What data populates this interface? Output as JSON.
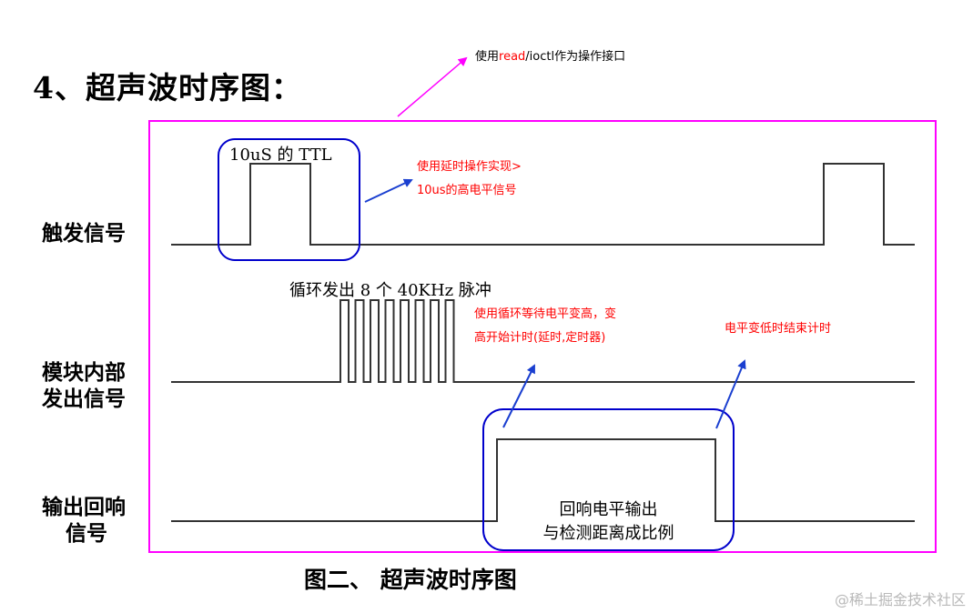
{
  "section_title": "4、超声波时序图：",
  "annotation_top": {
    "before": "使用",
    "highlight": "read",
    "after": "/ioctl作为操作接口"
  },
  "signals": {
    "trigger_label": "触发信号",
    "module_label_line1": "模块内部",
    "module_label_line2": "发出信号",
    "echo_label_line1": "输出回响",
    "echo_label_line2": "信号"
  },
  "timing_labels": {
    "ttl": "10uS 的 TTL",
    "pulses": "循环发出 8 个 40KHz 脉冲",
    "echo_line1": "回响电平输出",
    "echo_line2": "与检测距离成比例"
  },
  "notes": {
    "delay_line1": "使用延时操作实现>",
    "delay_line2": "10us的高电平信号",
    "wait_line1": "使用循环等待电平变高，变",
    "wait_line2": "高开始计时(延时,定时器)",
    "low_end": "电平变低时结束计时"
  },
  "caption": "图二、 超声波时序图",
  "watermark": "@稀土掘金技术社区",
  "colors": {
    "frame": "#ff00ff",
    "highlight_box": "#0000cc",
    "arrow": "#1a3fd0",
    "note_text": "#ff0000",
    "waveform": "#333333"
  },
  "pulse_count": 8
}
